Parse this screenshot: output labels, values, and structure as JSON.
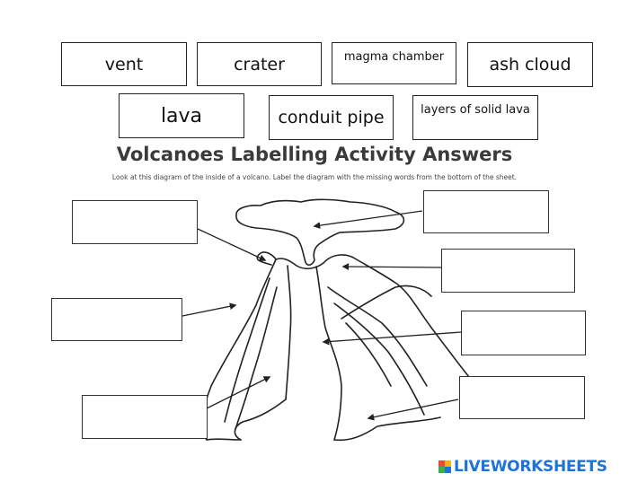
{
  "word_bank": {
    "row1": [
      "vent",
      "crater",
      "magma chamber",
      "ash cloud"
    ],
    "row2": [
      "lava",
      "conduit pipe",
      "layers of solid lava"
    ]
  },
  "heading": {
    "title": "Volcanoes Labelling Activity Answers",
    "instructions": "Look at this diagram of the inside of a volcano. Label the diagram with the missing words from the bottom of the sheet."
  },
  "answer_boxes": [
    "",
    "",
    "",
    "",
    "",
    "",
    ""
  ],
  "logo": {
    "text": "LIVEWORKSHEETS",
    "icon": "liveworksheets-logo-icon",
    "colors": [
      "#e94b3c",
      "#f6b21b",
      "#3fae49",
      "#1e73d8"
    ]
  }
}
